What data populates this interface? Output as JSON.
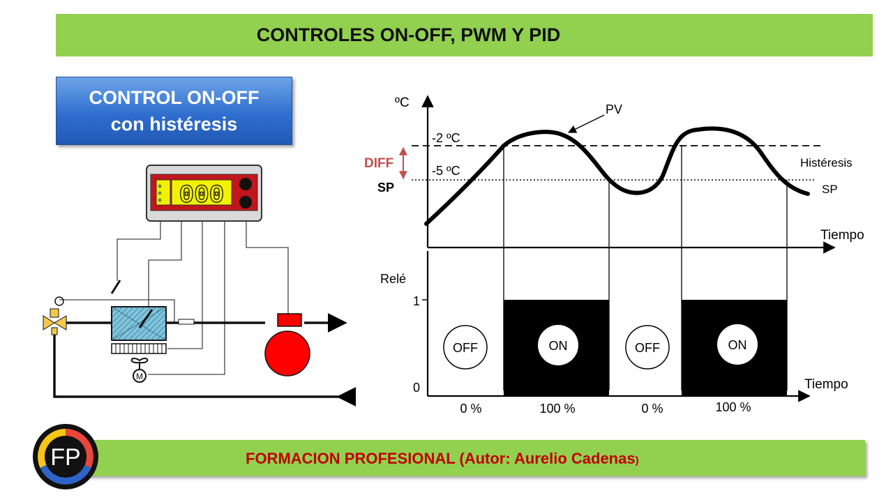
{
  "header": {
    "title": "CONTROLES ON-OFF, PWM Y PID"
  },
  "control_box": {
    "line1": "CONTROL ON-OFF",
    "line2": "con histéresis"
  },
  "controller": {
    "display_digits": "000"
  },
  "chart": {
    "temp_axis_label": "ºC",
    "time_axis_label": "Tiempo",
    "pv_label": "PV",
    "upper_level_label": "-2 ºC",
    "lower_level_label": "-5 ºC",
    "diff_label": "DIFF",
    "sp_left_label": "SP",
    "sp_right_label": "SP",
    "hysteresis_label": "Histéresis",
    "relay_axis_label": "Relé",
    "relay_time_label": "Tiempo",
    "relay_one": "1",
    "relay_zero": "0",
    "states": [
      "OFF",
      "ON",
      "OFF",
      "ON"
    ],
    "duty": [
      "0 %",
      "100 %",
      "0 %",
      "100 %"
    ]
  },
  "footer": {
    "text": "FORMACION PROFESIONAL  (Autor: Aurelio Cadenas",
    "closing": ")",
    "logo_text": "FP"
  },
  "colors": {
    "banner_green": "#92d050",
    "box_blue": "#2f6fcf",
    "footer_text": "#c00000",
    "diff_orange": "#c0504d",
    "panel_red": "#c0161c",
    "display_yellow": "#f2f200",
    "compressor_red": "#ff0000",
    "evaporator_blue": "#7fc4dc"
  }
}
